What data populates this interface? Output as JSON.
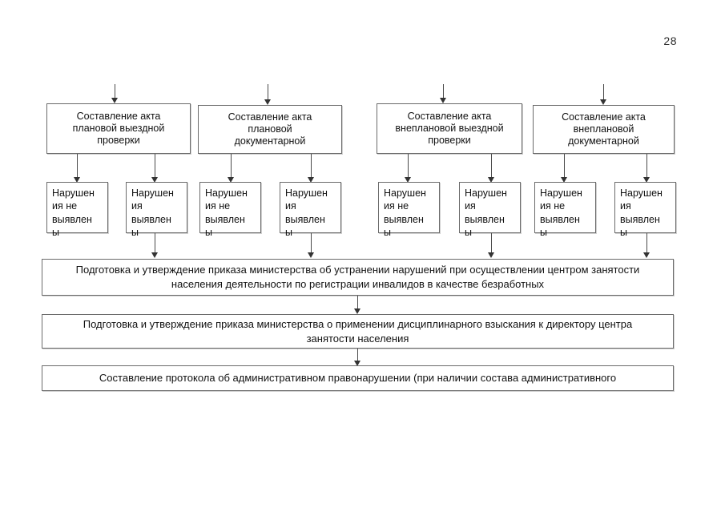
{
  "document": {
    "page_number": "28",
    "title": "Блок-схема: составление акта проверки и последующие действия"
  },
  "flow": {
    "top_boxes": [
      {
        "id": "act-planned-onsite",
        "text": "Составление акта\nплановой выездной\nпроверки"
      },
      {
        "id": "act-planned-doc",
        "text": "Составление акта\nплановой\nдокументарной"
      },
      {
        "id": "act-unplanned-onsite",
        "text": "Составление акта\nвнеплановой выездной\nпроверки"
      },
      {
        "id": "act-unplanned-doc",
        "text": "Составление акта\nвнеплановой\nдокументарной"
      }
    ],
    "result_boxes": [
      {
        "id": "no-violations-1",
        "text": "Нарушен\nия не\nвыявлен\nы",
        "outcome": "none"
      },
      {
        "id": "violations-1",
        "text": "Нарушен\nия\nвыявлен\nы",
        "outcome": "found"
      },
      {
        "id": "no-violations-2",
        "text": "Нарушен\nия не\nвыявлен\nы",
        "outcome": "none"
      },
      {
        "id": "violations-2",
        "text": "Нарушен\nия\nвыявлен\nы",
        "outcome": "found"
      },
      {
        "id": "no-violations-3",
        "text": "Нарушен\nия не\nвыявлен\nы",
        "outcome": "none"
      },
      {
        "id": "violations-3",
        "text": "Нарушен\nия\nвыявлен\nы",
        "outcome": "found"
      },
      {
        "id": "no-violations-4",
        "text": "Нарушен\nия не\nвыявлен\nы",
        "outcome": "none"
      },
      {
        "id": "violations-4",
        "text": "Нарушен\nия\nвыявлен\nы",
        "outcome": "found"
      }
    ],
    "wide_boxes": [
      {
        "id": "order-eliminate-violations",
        "text": "Подготовка и утверждение приказа министерства об устранении нарушений при осуществлении центром занятости\nнаселения деятельности по регистрации инвалидов в качестве безработных"
      },
      {
        "id": "order-disciplinary-action",
        "text": "Подготовка и утверждение приказа министерства о применении дисциплинарного взыскания к директору центра\nзанятости населения"
      },
      {
        "id": "administrative-protocol",
        "text": "Составление протокола об административном правонарушении (при наличии состава административного"
      }
    ]
  }
}
